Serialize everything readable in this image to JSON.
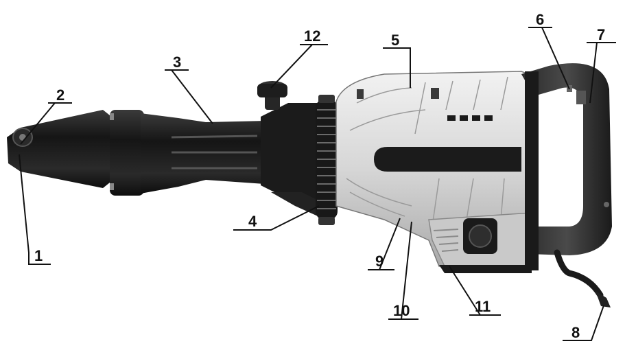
{
  "diagram": {
    "callouts": [
      {
        "id": "1",
        "label": "1"
      },
      {
        "id": "2",
        "label": "2"
      },
      {
        "id": "3",
        "label": "3"
      },
      {
        "id": "4",
        "label": "4"
      },
      {
        "id": "5",
        "label": "5"
      },
      {
        "id": "6",
        "label": "6"
      },
      {
        "id": "7",
        "label": "7"
      },
      {
        "id": "8",
        "label": "8"
      },
      {
        "id": "9",
        "label": "9"
      },
      {
        "id": "10",
        "label": "10"
      },
      {
        "id": "11",
        "label": "11"
      },
      {
        "id": "12",
        "label": "12"
      }
    ],
    "colors": {
      "body": "#d9d9d9",
      "dark": "#1e1e1e",
      "line": "#111111",
      "background": "#ffffff"
    }
  }
}
